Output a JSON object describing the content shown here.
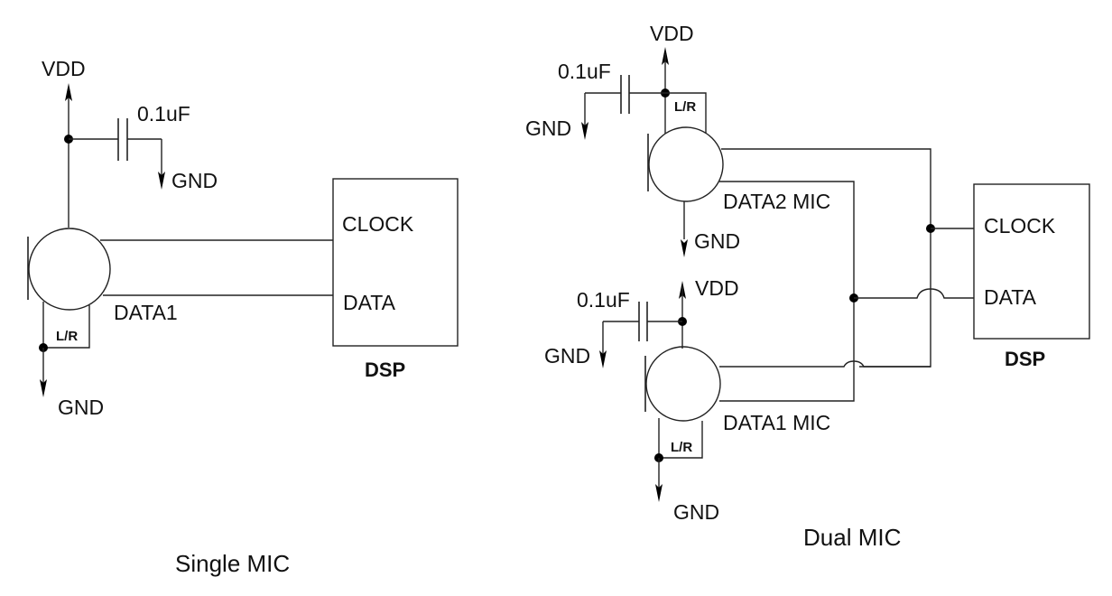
{
  "diagrams": {
    "single": {
      "caption": "Single MIC",
      "vdd": "VDD",
      "cap_value": "0.1uF",
      "cap_gnd": "GND",
      "mic_gnd": "GND",
      "lr": "L/R",
      "mic_label": "DATA1",
      "dsp": {
        "title": "DSP",
        "pin_clock": "CLOCK",
        "pin_data": "DATA"
      }
    },
    "dual": {
      "caption": "Dual MIC",
      "top_mic": {
        "vdd": "VDD",
        "cap_value": "0.1uF",
        "cap_gnd": "GND",
        "lr": "L/R",
        "label": "DATA2 MIC",
        "gnd": "GND"
      },
      "bottom_mic": {
        "vdd": "VDD",
        "cap_value": "0.1uF",
        "cap_gnd": "GND",
        "lr": "L/R",
        "label": "DATA1 MIC",
        "gnd": "GND"
      },
      "dsp": {
        "title": "DSP",
        "pin_clock": "CLOCK",
        "pin_data": "DATA"
      }
    }
  }
}
